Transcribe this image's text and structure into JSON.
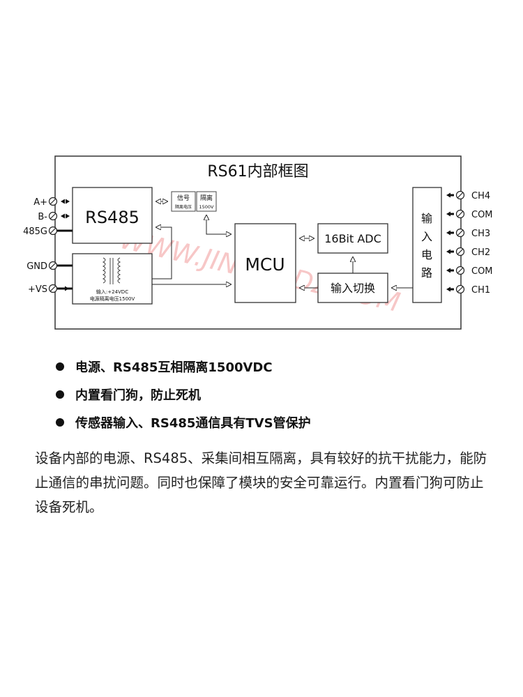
{
  "diagram": {
    "title": "RS61内部框图",
    "blocks": {
      "rs485": "RS485",
      "mcu": "MCU",
      "adc": "16Bit ADC",
      "switch": "输入切换",
      "input_circuit": [
        "输",
        "入",
        "电",
        "路"
      ],
      "signal_iso": {
        "line1": "信号",
        "line2": "隔离电压",
        "line3": "隔离",
        "line4": "1500V"
      },
      "power": {
        "line1": "输入:+24VDC",
        "line2": "电源隔离电压1500V"
      }
    },
    "left_terminals": [
      "A+",
      "B-",
      "485G",
      "GND",
      "+VS"
    ],
    "right_terminals": [
      "CH4",
      "COM",
      "CH3",
      "CH2",
      "COM",
      "CH1"
    ],
    "watermark": "WWW.JINGSUDZ.COM"
  },
  "features": [
    "电源、RS485互相隔离1500VDC",
    "内置看门狗，防止死机",
    "传感器输入、RS485通信具有TVS管保护"
  ],
  "description": "设备内部的电源、RS485、采集间相互隔离，具有较好的抗干扰能力，能防止通信的串扰问题。同时也保障了模块的安全可靠运行。内置看门狗可防止设备死机。"
}
